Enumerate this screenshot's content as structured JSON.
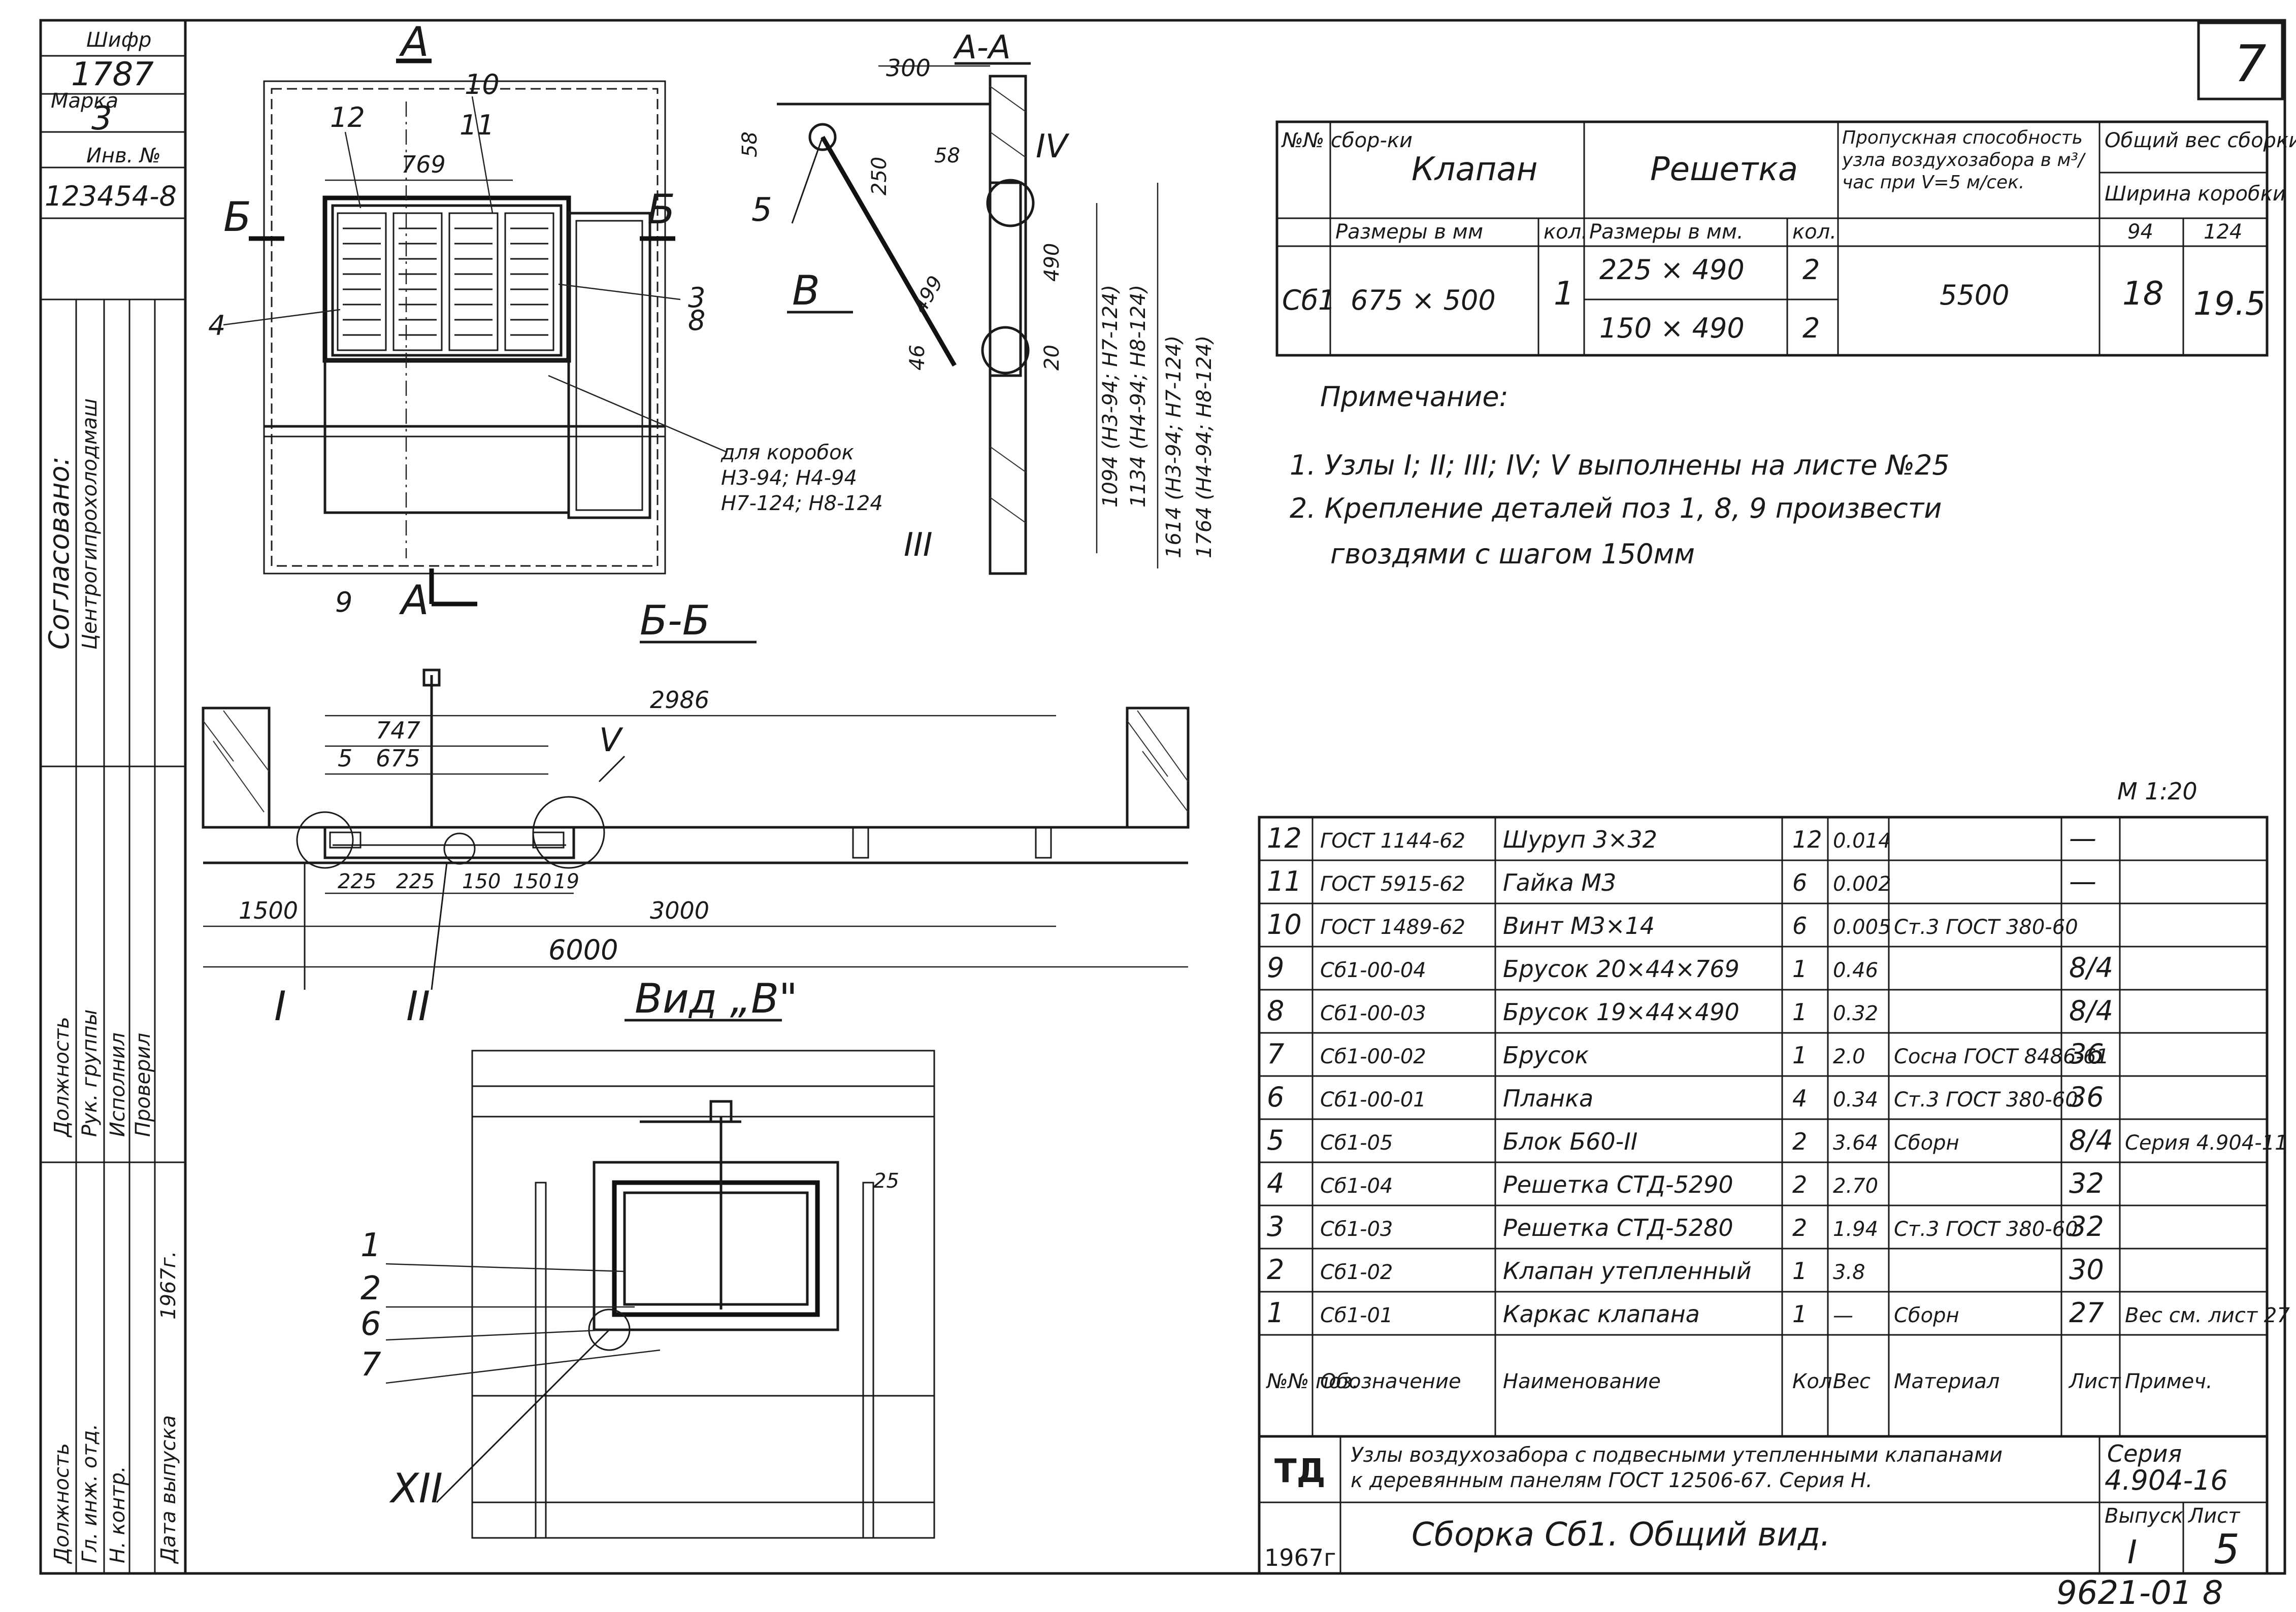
{
  "sheet_corner_number": "7",
  "stamp_bottom": "9621-01 8",
  "scale": "М 1:20",
  "left_strip": {
    "inv_header": "Шифр",
    "inv_value": "1787",
    "marka_header": "Марка",
    "marka_value": "3",
    "archive_header": "Инв. №",
    "archive_value": "123454-8",
    "agreed": "Согласовано:",
    "agreed_org": "Центрогипрохолодмаш",
    "roles": [
      "Должность",
      "Рук. группы",
      "Исполнил",
      "Проверил"
    ],
    "roles2": [
      "Должность",
      "Гл. инж. отд.",
      "Н. контр.",
      "Дата выпуска"
    ],
    "date": "1967г."
  },
  "top_table": {
    "headers": {
      "num": "№№ сбор-ки",
      "valve": "Клапан",
      "grille": "Решетка",
      "capacity": "Пропускная способность узла воздухозабора в м³/час при V=5 м/сек.",
      "weight": "Общий вес сборки в кг",
      "box_width": "Ширина коробки"
    },
    "subheaders": [
      "Размеры в мм",
      "кол.",
      "Размеры в мм.",
      "кол.",
      "94",
      "124"
    ],
    "row": {
      "id": "Сб1",
      "valve_size": "675 × 500",
      "valve_qty": "1",
      "grille_size_1": "225 × 490",
      "grille_qty_1": "2",
      "grille_size_2": "150 × 490",
      "grille_qty_2": "2",
      "capacity": "5500",
      "w94": "18",
      "w124": "19.5"
    }
  },
  "notes": {
    "title": "Примечание:",
    "n1": "1. Узлы I; II; III; IV; V выполнены на листе №25",
    "n2": "2. Крепление деталей поз 1, 8, 9 произвести",
    "n2b": "гвоздями с шагом 150мм"
  },
  "views": {
    "aa": "А-А",
    "bb": "Б-Б",
    "vid_v": "Вид „В\"",
    "box_label": "для коробок",
    "box_line1": "Н3-94; Н4-94",
    "box_line2": "Н7-124; Н8-124",
    "dims": {
      "d769": "769",
      "d300": "300",
      "d2986": "2986",
      "d747": "747",
      "d675": "675",
      "d1500": "1500",
      "d3000": "3000",
      "d6000": "6000",
      "d225a": "225",
      "d225b": "225",
      "d150a": "150",
      "d150b": "150",
      "d19": "19",
      "d5": "5",
      "d250": "250",
      "d490": "490",
      "d499": "499",
      "d58": "58",
      "d46": "46",
      "d20": "20",
      "d25": "25",
      "v1": "1094 (Н3-94; Н7-124)",
      "v2": "1134 (Н4-94; Н8-124)",
      "v3": "1614 (Н3-94; Н7-124)",
      "v4": "1764 (Н4-94; Н8-124)"
    },
    "callouts": [
      "12",
      "10",
      "11",
      "4",
      "3",
      "8",
      "9",
      "5",
      "1",
      "2",
      "6",
      "7"
    ],
    "roman": [
      "I",
      "II",
      "III",
      "IV",
      "V",
      "XII"
    ],
    "section_letters": [
      "А",
      "А",
      "Б",
      "Б",
      "В"
    ]
  },
  "spec_table": {
    "rows": [
      {
        "pos": "12",
        "code": "ГОСТ 1144-62",
        "name": "Шуруп 3×32",
        "qty": "12",
        "weight": "0.014",
        "material": "",
        "ref": "—",
        "note": ""
      },
      {
        "pos": "11",
        "code": "ГОСТ 5915-62",
        "name": "Гайка М3",
        "qty": "6",
        "weight": "0.002",
        "material": "",
        "ref": "—",
        "note": ""
      },
      {
        "pos": "10",
        "code": "ГОСТ 1489-62",
        "name": "Винт М3×14",
        "qty": "6",
        "weight": "0.005",
        "material": "Ст.3 ГОСТ 380-60",
        "ref": "",
        "note": ""
      },
      {
        "pos": "9",
        "code": "Сб1-00-04",
        "name": "Брусок 20×44×769",
        "qty": "1",
        "weight": "0.46",
        "material": "",
        "ref": "8/4",
        "note": ""
      },
      {
        "pos": "8",
        "code": "Сб1-00-03",
        "name": "Брусок 19×44×490",
        "qty": "1",
        "weight": "0.32",
        "material": "",
        "ref": "8/4",
        "note": ""
      },
      {
        "pos": "7",
        "code": "Сб1-00-02",
        "name": "Брусок",
        "qty": "1",
        "weight": "2.0",
        "material": "Сосна ГОСТ 8486-61",
        "ref": "36",
        "note": ""
      },
      {
        "pos": "6",
        "code": "Сб1-00-01",
        "name": "Планка",
        "qty": "4",
        "weight": "0.34",
        "material": "Ст.3 ГОСТ 380-60",
        "ref": "36",
        "note": ""
      },
      {
        "pos": "5",
        "code": "Сб1-05",
        "name": "Блок Б60-II",
        "qty": "2",
        "weight": "3.64",
        "material": "Сборн",
        "ref": "8/4",
        "note": "Серия 4.904-11"
      },
      {
        "pos": "4",
        "code": "Сб1-04",
        "name": "Решетка СТД-5290",
        "qty": "2",
        "weight": "2.70",
        "material": "",
        "ref": "32",
        "note": ""
      },
      {
        "pos": "3",
        "code": "Сб1-03",
        "name": "Решетка СТД-5280",
        "qty": "2",
        "weight": "1.94",
        "material": "Ст.3 ГОСТ 380-60",
        "ref": "32",
        "note": ""
      },
      {
        "pos": "2",
        "code": "Сб1-02",
        "name": "Клапан утепленный",
        "qty": "1",
        "weight": "3.8",
        "material": "",
        "ref": "30",
        "note": ""
      },
      {
        "pos": "1",
        "code": "Сб1-01",
        "name": "Каркас клапана",
        "qty": "1",
        "weight": "—",
        "material": "Сборн",
        "ref": "27",
        "note": "Вес см. лист 27"
      }
    ],
    "header": {
      "pos": "№№ поз.",
      "code": "Обозначение",
      "name": "Наименование",
      "qty": "Кол.",
      "weight": "Вес",
      "material": "Материал",
      "ref": "Лист",
      "note": "Примеч."
    }
  },
  "title_block": {
    "td": "ТД",
    "description_1": "Узлы воздухозабора с подвесными утепленными клапанами",
    "description_2": "к деревянным панелям ГОСТ 12506-67. Серия Н.",
    "series_label": "Серия",
    "series": "4.904-16",
    "year": "1967г",
    "title": "Сборка Сб1. Общий вид.",
    "issue_label": "Выпуск",
    "issue": "I",
    "sheet_label": "Лист",
    "sheet": "5"
  }
}
